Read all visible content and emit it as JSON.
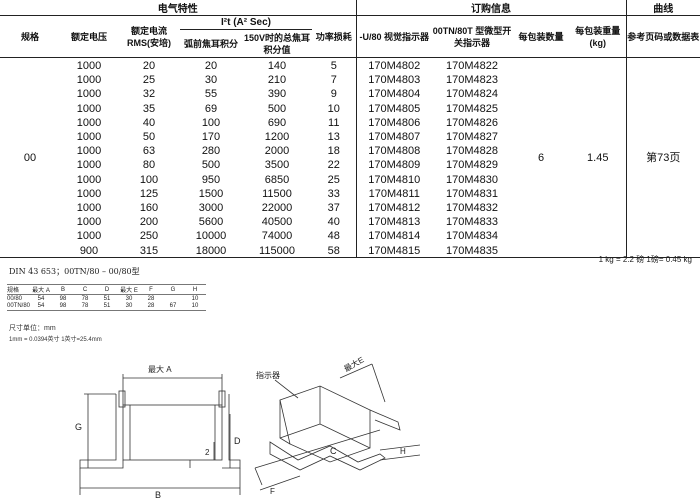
{
  "header": {
    "electrical": "电气特性",
    "ordering": "订购信息",
    "curve": "曲线"
  },
  "columns": {
    "model": "规格",
    "voltage": "额定电压",
    "current": "额定电流 RMS(安培)",
    "i2t": "I²t (A² Sec)",
    "prearc": "弧前焦耳积分",
    "total": "150V时的总焦耳积分值",
    "loss": "功率损耗",
    "ind1": "-U/80 视觉指示器",
    "ind2": "00TN/80T 型微型开关指示器",
    "pack_qty": "每包装数量",
    "pack_wt": "每包装重量 (kg)",
    "ref": "参考页码或数据表"
  },
  "model": "00",
  "rows": [
    {
      "v": "1000",
      "a": "20",
      "p": "20",
      "t": "140",
      "l": "5",
      "c1": "170M4802",
      "c2": "170M4822"
    },
    {
      "v": "1000",
      "a": "25",
      "p": "30",
      "t": "210",
      "l": "7",
      "c1": "170M4803",
      "c2": "170M4823"
    },
    {
      "v": "1000",
      "a": "32",
      "p": "55",
      "t": "390",
      "l": "9",
      "c1": "170M4804",
      "c2": "170M4824"
    },
    {
      "v": "1000",
      "a": "35",
      "p": "69",
      "t": "500",
      "l": "10",
      "c1": "170M4805",
      "c2": "170M4825"
    },
    {
      "v": "1000",
      "a": "40",
      "p": "100",
      "t": "690",
      "l": "11",
      "c1": "170M4806",
      "c2": "170M4826"
    },
    {
      "v": "1000",
      "a": "50",
      "p": "170",
      "t": "1200",
      "l": "13",
      "c1": "170M4807",
      "c2": "170M4827"
    },
    {
      "v": "1000",
      "a": "63",
      "p": "280",
      "t": "2000",
      "l": "18",
      "c1": "170M4808",
      "c2": "170M4828"
    },
    {
      "v": "1000",
      "a": "80",
      "p": "500",
      "t": "3500",
      "l": "22",
      "c1": "170M4809",
      "c2": "170M4829"
    },
    {
      "v": "1000",
      "a": "100",
      "p": "950",
      "t": "6850",
      "l": "25",
      "c1": "170M4810",
      "c2": "170M4830"
    },
    {
      "v": "1000",
      "a": "125",
      "p": "1500",
      "t": "11500",
      "l": "33",
      "c1": "170M4811",
      "c2": "170M4831"
    },
    {
      "v": "1000",
      "a": "160",
      "p": "3000",
      "t": "22000",
      "l": "37",
      "c1": "170M4812",
      "c2": "170M4832"
    },
    {
      "v": "1000",
      "a": "200",
      "p": "5600",
      "t": "40500",
      "l": "40",
      "c1": "170M4813",
      "c2": "170M4833"
    },
    {
      "v": "1000",
      "a": "250",
      "p": "10000",
      "t": "74000",
      "l": "48",
      "c1": "170M4814",
      "c2": "170M4834"
    },
    {
      "v": "900",
      "a": "315",
      "p": "18000",
      "t": "115000",
      "l": "58",
      "c1": "170M4815",
      "c2": "170M4835"
    }
  ],
  "pack_qty": "6",
  "pack_wt": "1.45",
  "ref_page": "第73页",
  "weight_note": "1 kg = 2.2 磅   1磅= 0.45 kg",
  "din_title": "DIN 43 653；00TN/80 – 00/80型",
  "dim_table": {
    "headers": [
      "规格",
      "最大 A",
      "B",
      "C",
      "D",
      "最大 E",
      "F",
      "G",
      "H"
    ],
    "rows": [
      [
        "00/80",
        "54",
        "98",
        "78",
        "51",
        "30",
        "28",
        "",
        "10"
      ],
      [
        "00TN/80",
        "54",
        "98",
        "78",
        "51",
        "30",
        "28",
        "67",
        "10"
      ]
    ]
  },
  "units_line1": "尺寸单位：mm",
  "units_line2": "1mm = 0.0394英寸      1英寸=25.4mm",
  "drawing": {
    "label_maxA": "最大 A",
    "label_maxE": "最大E",
    "label_indicator": "指示器",
    "G": "G",
    "D": "D",
    "two": "2",
    "B": "B",
    "C": "C",
    "F": "F",
    "H": "H"
  }
}
